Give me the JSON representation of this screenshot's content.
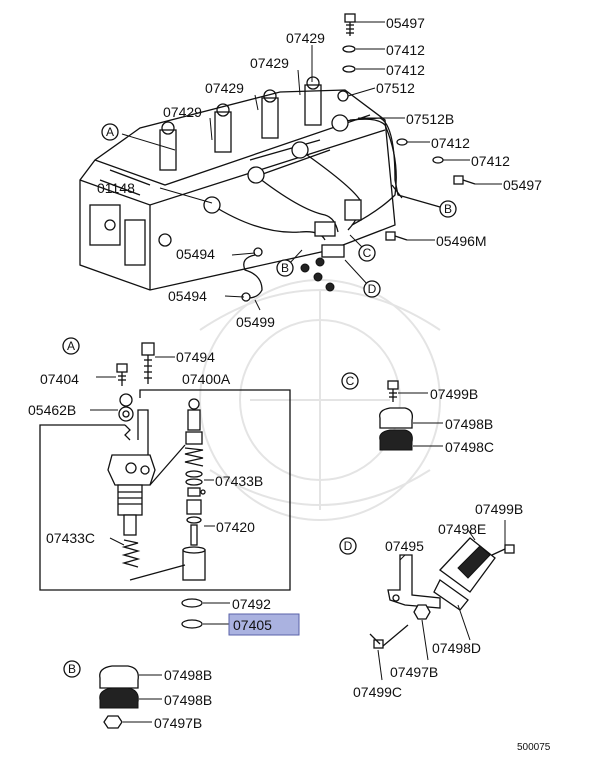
{
  "labels": {
    "p05497_top": "05497",
    "p07429_a": "07429",
    "p07412_a": "07412",
    "p07429_b": "07429",
    "p07412_b": "07412",
    "p07429_c": "07429",
    "p07512": "07512",
    "p07429_d": "07429",
    "p07512B": "07512B",
    "p07412_c": "07412",
    "p07412_d": "07412",
    "p05497_mid": "05497",
    "p01148": "01148",
    "p05496M": "05496M",
    "p05494_a": "05494",
    "p05494_b": "05494",
    "p05499": "05499",
    "p07494": "07494",
    "p07404": "07404",
    "p07400A": "07400A",
    "p05462B": "05462B",
    "p07433B": "07433B",
    "p07433C": "07433C",
    "p07420": "07420",
    "p07492": "07492",
    "p07405": "07405",
    "c_07499B": "07499B",
    "c_07498B": "07498B",
    "c_07498C": "07498C",
    "d_07499B": "07499B",
    "d_07495": "07495",
    "d_07498E": "07498E",
    "d_07498D": "07498D",
    "d_07497B": "07497B",
    "d_07499C": "07499C",
    "b_07498B_1": "07498B",
    "b_07498B_2": "07498B",
    "b_07497B": "07497B",
    "diagram_code": "500075"
  },
  "callouts": {
    "A": "A",
    "B": "B",
    "C": "C",
    "D": "D"
  },
  "colors": {
    "highlight_fill": "#aab2e0",
    "highlight_border": "#5a62a8",
    "line": "#111111"
  }
}
